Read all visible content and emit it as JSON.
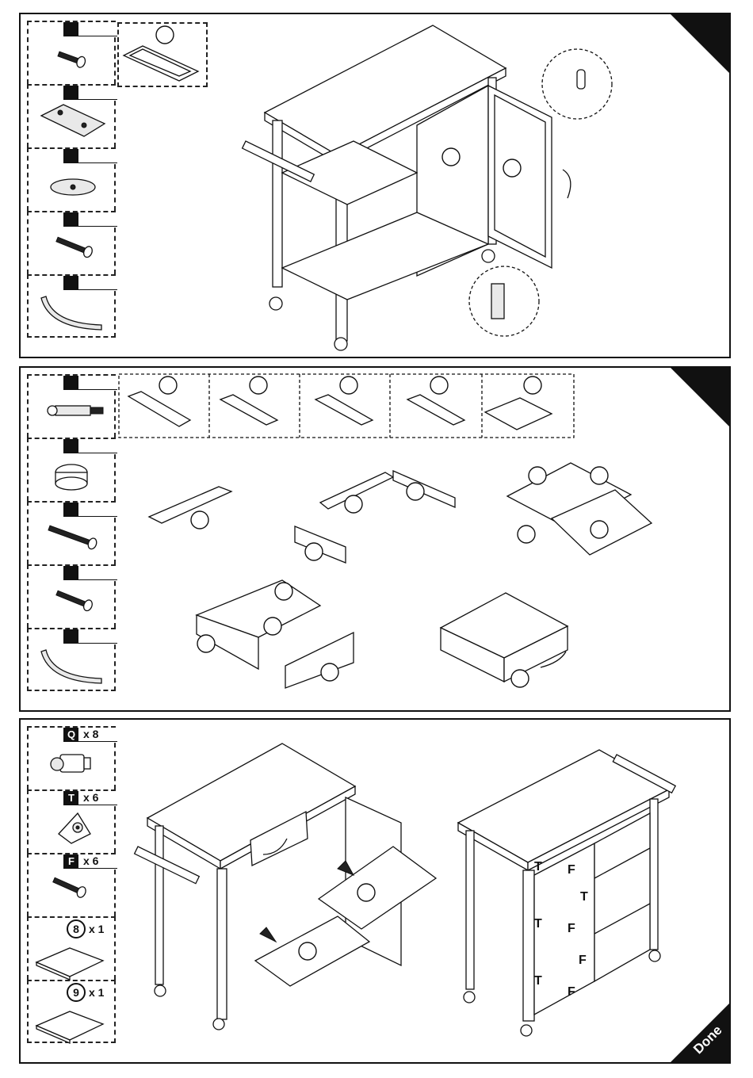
{
  "footer": {
    "done_label": "Done"
  },
  "step3": {
    "parts": [
      {
        "code": "Q",
        "qty": "x 8",
        "icon": "cam-bolt-icon"
      },
      {
        "code": "T",
        "qty": "x 6",
        "icon": "bracket-icon"
      },
      {
        "code": "F",
        "qty": "x 6",
        "icon": "screw-icon"
      },
      {
        "number": "8",
        "qty": "x 1",
        "icon": "panel-board-icon"
      },
      {
        "number": "9",
        "qty": "x 1",
        "icon": "panel-board-icon"
      }
    ],
    "callouts": [
      "T",
      "F",
      "T",
      "F",
      "T",
      "F",
      "T",
      "F"
    ]
  }
}
